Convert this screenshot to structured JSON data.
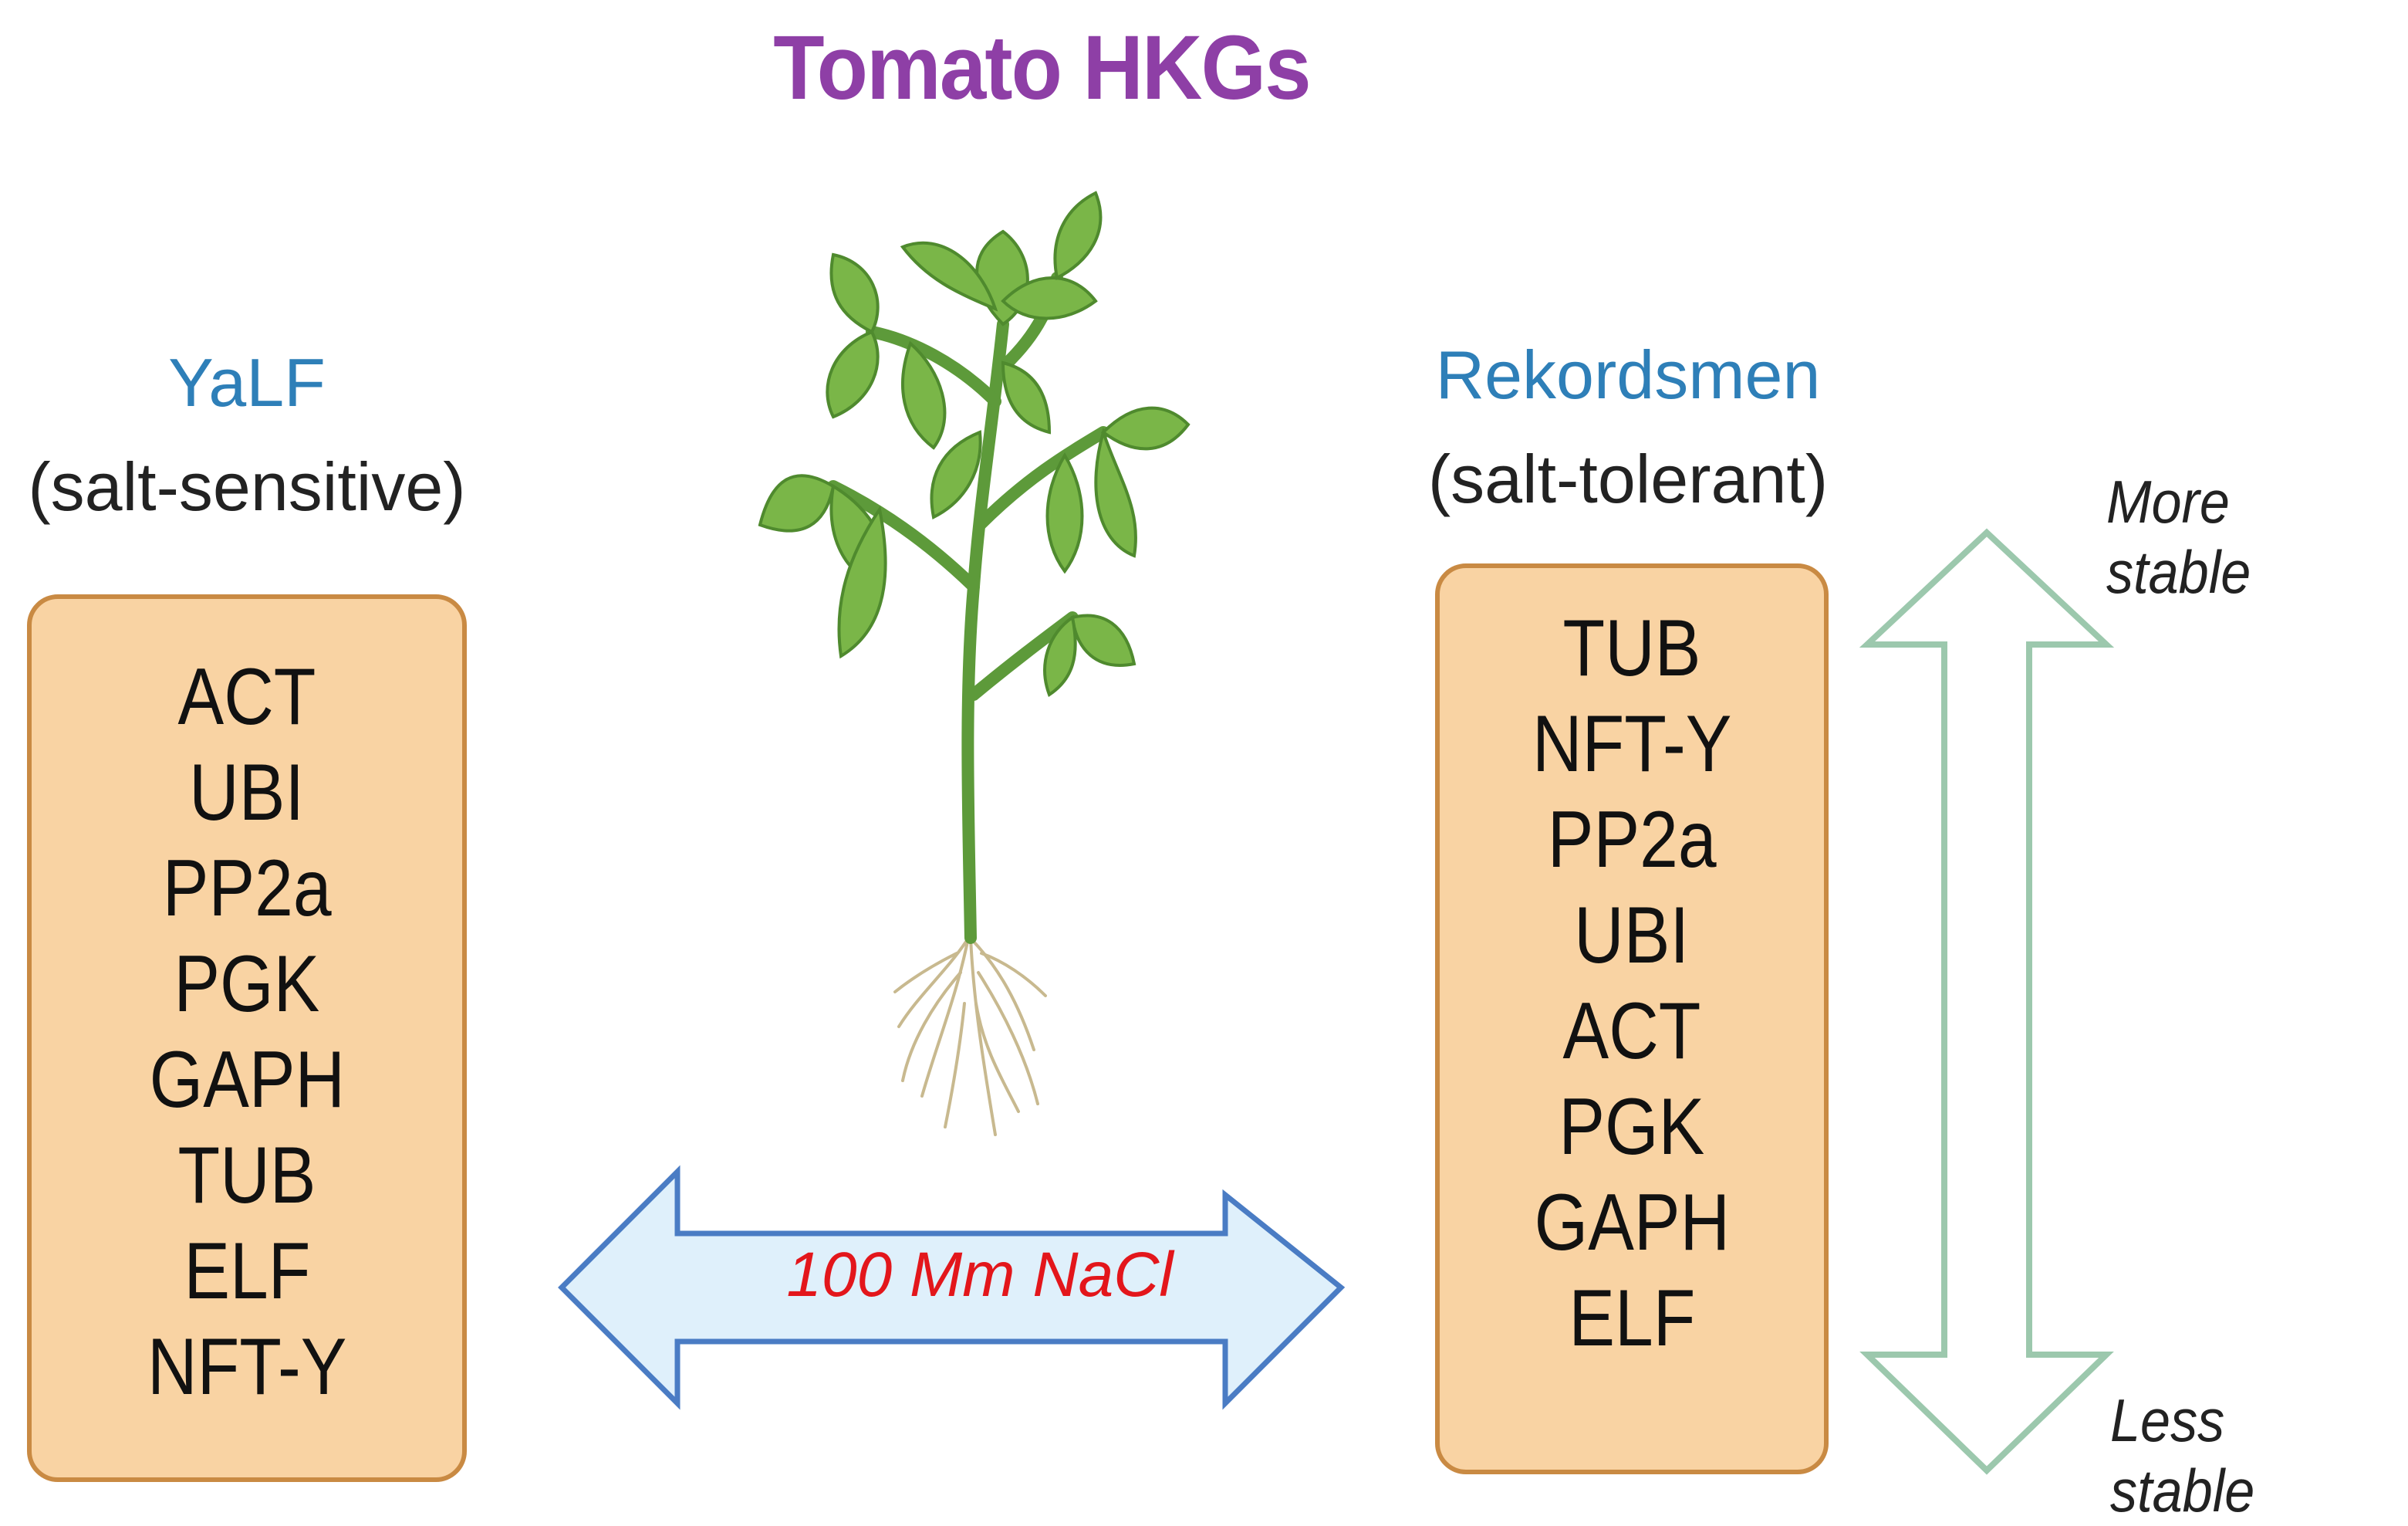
{
  "title": "Tomato HKGs",
  "left": {
    "variety": "YaLF",
    "trait": "(salt-sensitive)",
    "genes": [
      "ACT",
      "UBI",
      "PP2a",
      "PGK",
      "GAPH",
      "TUB",
      "ELF",
      "NFT-Y"
    ]
  },
  "right": {
    "variety": "Rekordsmen",
    "trait": "(salt-tolerant)",
    "genes": [
      "TUB",
      "NFT-Y",
      "PP2a",
      "UBI",
      "ACT",
      "PGK",
      "GAPH",
      "ELF"
    ]
  },
  "treatment": "100 Mm NaCl",
  "stability": {
    "top": "More stable",
    "bottom": "Less stable"
  },
  "colors": {
    "title": "#8e3fa6",
    "variety": "#2e7fb8",
    "box_fill": "#f9d3a3",
    "box_border": "#c98a43",
    "treatment_text": "#e3161b",
    "h_arrow_fill": "#dff0fb",
    "h_arrow_stroke": "#4a7cc4",
    "v_arrow_stroke": "#9cc8ad",
    "plant": "#7ab648"
  }
}
